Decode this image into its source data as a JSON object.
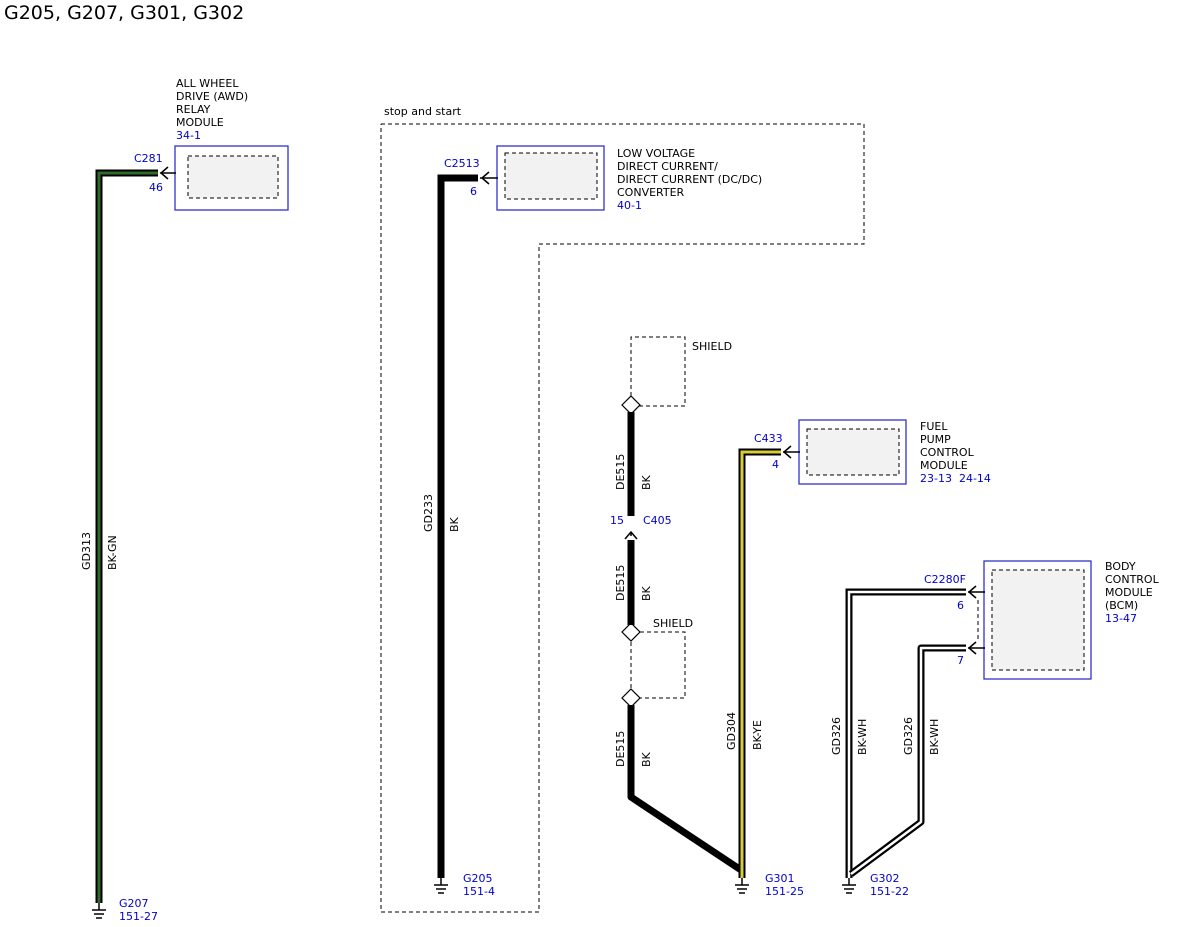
{
  "page_title": "G205, G207, G301, G302",
  "colors": {
    "wire": "#000000",
    "connector": "#0000cc",
    "module_border": "#3333cc",
    "module_fill": "#f2f2f2",
    "stripe_green": "#2f6b2a",
    "stripe_yellow": "#d8cc3a",
    "stripe_white": "#ffffff"
  },
  "region": {
    "label": "stop and start"
  },
  "modules": {
    "awd": {
      "name_lines": [
        "ALL WHEEL",
        "DRIVE (AWD)",
        "RELAY",
        "MODULE"
      ],
      "ref": "34-1"
    },
    "dcdc": {
      "name_lines": [
        "LOW VOLTAGE",
        "DIRECT CURRENT/",
        "DIRECT CURRENT (DC/DC)",
        "CONVERTER"
      ],
      "ref": "40-1"
    },
    "fpcm": {
      "name_lines": [
        "FUEL",
        "PUMP",
        "CONTROL",
        "MODULE"
      ],
      "ref": "23-13  24-14"
    },
    "bcm": {
      "name_lines": [
        "BODY",
        "CONTROL",
        "MODULE",
        "(BCM)"
      ],
      "ref": "13-47"
    }
  },
  "connectors": {
    "c281": {
      "id": "C281",
      "pin": "46"
    },
    "c2513": {
      "id": "C2513",
      "pin": "6"
    },
    "c433": {
      "id": "C433",
      "pin": "4"
    },
    "c2280f": {
      "id": "C2280F",
      "pin_a": "6",
      "pin_b": "7"
    },
    "c405": {
      "id": "C405",
      "pin": "15"
    }
  },
  "shields": {
    "upper": "SHIELD",
    "lower": "SHIELD"
  },
  "wires": {
    "gd313": {
      "circuit": "GD313",
      "color": "BK-GN"
    },
    "gd233": {
      "circuit": "GD233",
      "color": "BK"
    },
    "de515_a": {
      "circuit": "DE515",
      "color": "BK"
    },
    "de515_b": {
      "circuit": "DE515",
      "color": "BK"
    },
    "de515_c": {
      "circuit": "DE515",
      "color": "BK"
    },
    "gd304": {
      "circuit": "GD304",
      "color": "BK-YE"
    },
    "gd326_a": {
      "circuit": "GD326",
      "color": "BK-WH"
    },
    "gd326_b": {
      "circuit": "GD326",
      "color": "BK-WH"
    }
  },
  "grounds": {
    "g207": {
      "id": "G207",
      "ref": "151-27"
    },
    "g205": {
      "id": "G205",
      "ref": "151-4"
    },
    "g301": {
      "id": "G301",
      "ref": "151-25"
    },
    "g302": {
      "id": "G302",
      "ref": "151-22"
    }
  }
}
